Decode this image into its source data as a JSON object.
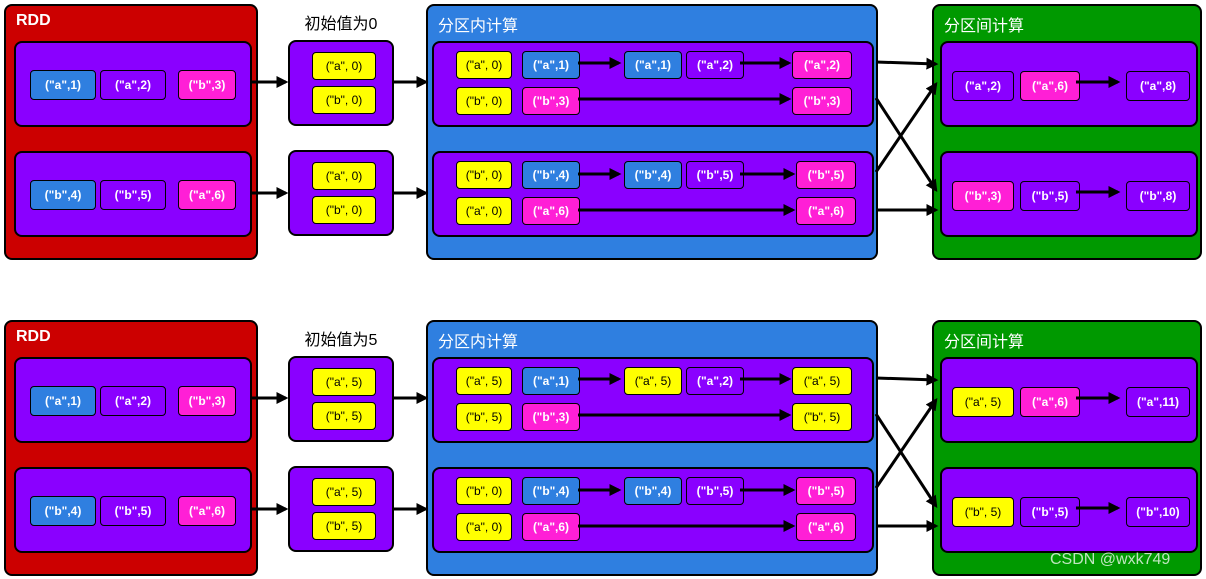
{
  "colors": {
    "rdd_red": "#cc0000",
    "intra_blue": "#2f7fe0",
    "inter_green": "#009900",
    "partition_purple": "#8a00ff",
    "chip_blue": "#2f7fe0",
    "chip_magenta": "#ff1fd6",
    "chip_yellow": "#ffff00"
  },
  "diagrams": [
    {
      "rdd_title": "RDD",
      "init_label": "初始值为0",
      "intra_title": "分区内计算",
      "inter_title": "分区间计算",
      "rdd_partitions": [
        [
          {
            "text": "(\"a\",1)",
            "color": "blue"
          },
          {
            "text": "(\"a\",2)",
            "color": "purple"
          },
          {
            "text": "(\"b\",3)",
            "color": "magenta"
          }
        ],
        [
          {
            "text": "(\"b\",4)",
            "color": "blue"
          },
          {
            "text": "(\"b\",5)",
            "color": "purple"
          },
          {
            "text": "(\"a\",6)",
            "color": "magenta"
          }
        ]
      ],
      "init_partitions": [
        [
          "(\"a\", 0)",
          "(\"b\", 0)"
        ],
        [
          "(\"a\", 0)",
          "(\"b\", 0)"
        ]
      ],
      "intra": [
        {
          "row1": {
            "init": "(\"a\", 0)",
            "item": "(\"a\",1)",
            "mid": "(\"a\",1)",
            "mid_color": "blue",
            "item2": "(\"a\",2)",
            "result": "(\"a\",2)"
          },
          "row2": {
            "init": "(\"b\", 0)",
            "item": "(\"b\",3)",
            "result": "(\"b\",3)"
          }
        },
        {
          "row1": {
            "init": "(\"b\", 0)",
            "item": "(\"b\",4)",
            "mid": "(\"b\",4)",
            "mid_color": "blue",
            "item2": "(\"b\",5)",
            "result": "(\"b\",5)"
          },
          "row2": {
            "init": "(\"a\", 0)",
            "item": "(\"a\",6)",
            "result": "(\"a\",6)"
          }
        }
      ],
      "inter": [
        {
          "left": "(\"a\",2)",
          "left_color": "purple",
          "mid": "(\"a\",6)",
          "result": "(\"a\",8)"
        },
        {
          "left": "(\"b\",3)",
          "left_color": "magenta",
          "mid": "(\"b\",5)",
          "result": "(\"b\",8)"
        }
      ]
    },
    {
      "rdd_title": "RDD",
      "init_label": "初始值为5",
      "intra_title": "分区内计算",
      "inter_title": "分区间计算",
      "rdd_partitions": [
        [
          {
            "text": "(\"a\",1)",
            "color": "blue"
          },
          {
            "text": "(\"a\",2)",
            "color": "purple"
          },
          {
            "text": "(\"b\",3)",
            "color": "magenta"
          }
        ],
        [
          {
            "text": "(\"b\",4)",
            "color": "blue"
          },
          {
            "text": "(\"b\",5)",
            "color": "purple"
          },
          {
            "text": "(\"a\",6)",
            "color": "magenta"
          }
        ]
      ],
      "init_partitions": [
        [
          "(\"a\", 5)",
          "(\"b\", 5)"
        ],
        [
          "(\"a\", 5)",
          "(\"b\", 5)"
        ]
      ],
      "intra": [
        {
          "row1": {
            "init": "(\"a\", 5)",
            "item": "(\"a\",1)",
            "mid": "(\"a\", 5)",
            "mid_color": "yellow",
            "item2": "(\"a\",2)",
            "result": "(\"a\", 5)"
          },
          "row2": {
            "init": "(\"b\", 5)",
            "item": "(\"b\",3)",
            "result": "(\"b\", 5)"
          }
        },
        {
          "row1": {
            "init": "(\"b\", 0)",
            "item": "(\"b\",4)",
            "mid": "(\"b\",4)",
            "mid_color": "blue",
            "item2": "(\"b\",5)",
            "result": "(\"b\",5)"
          },
          "row2": {
            "init": "(\"a\", 0)",
            "item": "(\"a\",6)",
            "result": "(\"a\",6)"
          }
        }
      ],
      "inter": [
        {
          "left": "(\"a\", 5)",
          "left_color": "yellow",
          "mid": "(\"a\",6)",
          "result": "(\"a\",11)"
        },
        {
          "left": "(\"b\", 5)",
          "left_color": "yellow",
          "mid": "(\"b\",5)",
          "result": "(\"b\",10)"
        }
      ]
    }
  ],
  "watermark": "CSDN @wxk749"
}
